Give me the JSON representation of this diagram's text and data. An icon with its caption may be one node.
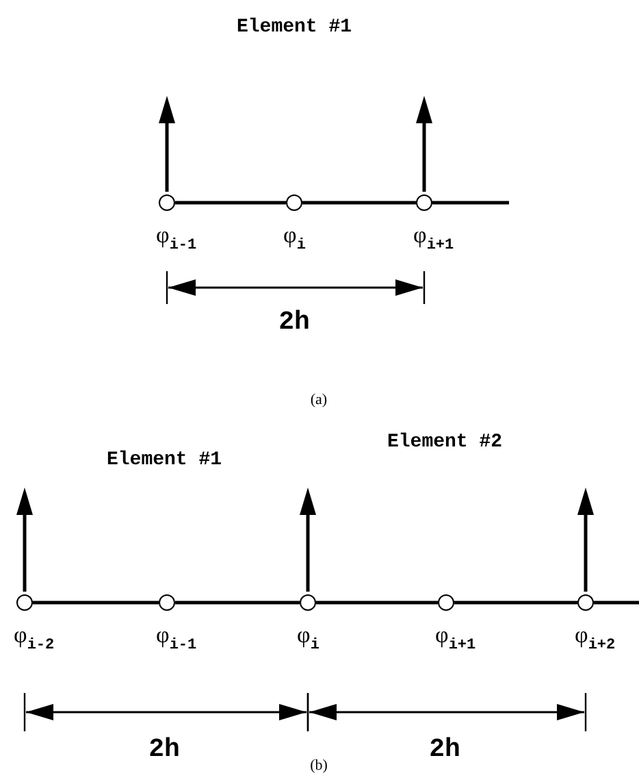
{
  "diagram": {
    "nodes": [
      {
        "text": [
          "φ$_{i-1}$"
        ]
      },
      {
        "text": [
          "φ$_{i}$"
        ]
      },
      {
        "text": [
          "φ$_{i+1}$"
        ]
      },
      {
        "text": [
          "φ$_{i-2}$"
        ]
      },
      {
        "text": [
          "φ$_{i-1}$"
        ]
      },
      {
        "text": [
          "φ$_{i}$"
        ]
      },
      {
        "text": [
          "φ$_{i+1}$"
        ]
      },
      {
        "text": [
          "φ$_{i+2}$"
        ]
      }
    ],
    "edges": [
      {
        "from": 0,
        "to": 1,
        "arrow": "none"
      },
      {
        "from": 1,
        "to": 2,
        "arrow": "none"
      },
      {
        "from": 2,
        "to": null,
        "arrow": "none"
      },
      {
        "from": 3,
        "to": 4,
        "arrow": "none"
      },
      {
        "from": 4,
        "to": 5,
        "arrow": "none"
      },
      {
        "from": 5,
        "to": 6,
        "arrow": "none"
      },
      {
        "from": 6,
        "to": 7,
        "arrow": "none"
      },
      {
        "from": 7,
        "to": null,
        "arrow": "none"
      }
    ],
    "labels": [
      "Element #1",
      "2h",
      "(a)",
      "Element #1",
      "Element #2",
      "2h",
      "2h",
      "(b)"
    ]
  }
}
